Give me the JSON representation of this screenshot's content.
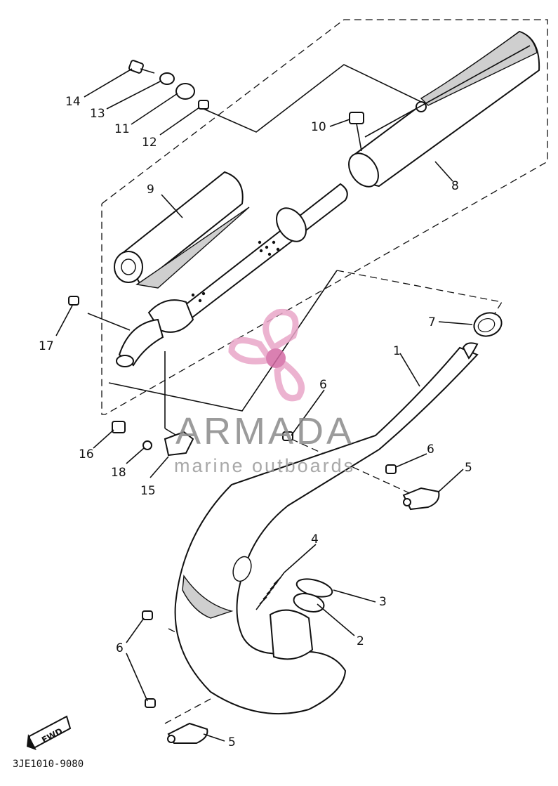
{
  "diagram": {
    "drawing_code": "3JE1010-9080",
    "direction_badge": "FWD",
    "watermark": {
      "brand": "ARMADA",
      "tagline": "marine outboards",
      "logo_color": "#e9a6c8",
      "logo_dot_color": "#d46aa4"
    },
    "callouts": [
      {
        "id": "c1",
        "label": "1"
      },
      {
        "id": "c2",
        "label": "2"
      },
      {
        "id": "c3",
        "label": "3"
      },
      {
        "id": "c4",
        "label": "4"
      },
      {
        "id": "c5a",
        "label": "5"
      },
      {
        "id": "c5b",
        "label": "5"
      },
      {
        "id": "c6a",
        "label": "6"
      },
      {
        "id": "c6b",
        "label": "6"
      },
      {
        "id": "c6c",
        "label": "6"
      },
      {
        "id": "c7",
        "label": "7"
      },
      {
        "id": "c8",
        "label": "8"
      },
      {
        "id": "c9",
        "label": "9"
      },
      {
        "id": "c10",
        "label": "10"
      },
      {
        "id": "c11",
        "label": "11"
      },
      {
        "id": "c12",
        "label": "12"
      },
      {
        "id": "c13",
        "label": "13"
      },
      {
        "id": "c14",
        "label": "14"
      },
      {
        "id": "c15",
        "label": "15"
      },
      {
        "id": "c16",
        "label": "16"
      },
      {
        "id": "c17",
        "label": "17"
      },
      {
        "id": "c18",
        "label": "18"
      }
    ]
  }
}
